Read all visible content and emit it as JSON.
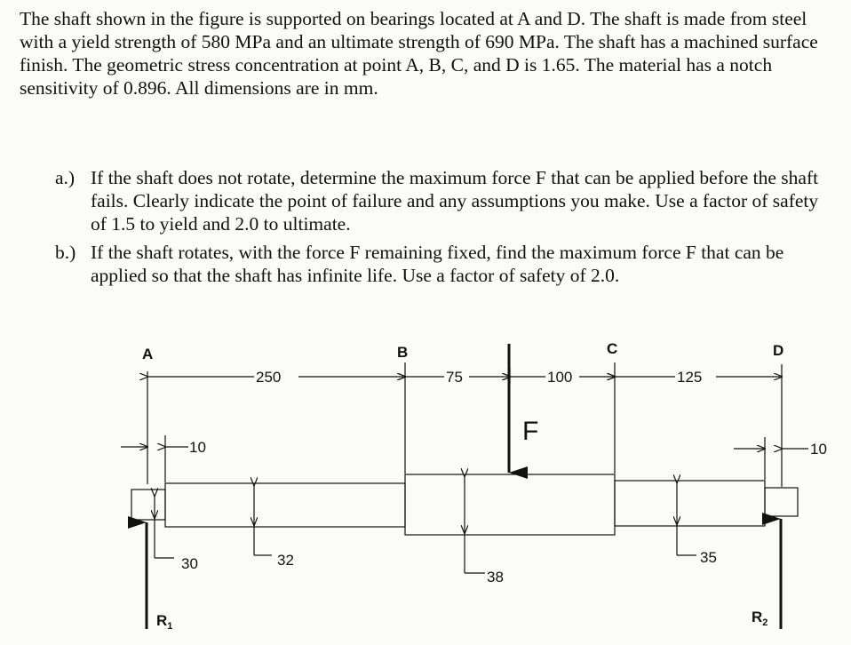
{
  "problem": {
    "intro": "The shaft shown in the figure is supported on bearings located at A and D. The shaft is made from steel with a yield strength of 580 MPa and an ultimate strength of 690 MPa. The shaft has a machined surface finish. The geometric stress concentration at point A, B, C, and D is 1.65. The material has a notch sensitivity of 0.896. All dimensions are in mm.",
    "parts": [
      {
        "label": "a.)",
        "text": "If the shaft does not rotate, determine the maximum force F that can be applied before the shaft fails. Clearly indicate the point of failure and any assumptions you make. Use a factor of safety of 1.5 to yield and 2.0 to ultimate."
      },
      {
        "label": "b.)",
        "text": "If the shaft rotates, with the force F remaining fixed, find the maximum force F that can be applied so that the shaft has infinite life. Use a factor of safety of 2.0."
      }
    ]
  },
  "figure": {
    "points": {
      "a": "A",
      "b": "B",
      "c": "C",
      "d": "D"
    },
    "lengths": {
      "ab": "250",
      "bf": "75",
      "fc": "100",
      "cd": "125"
    },
    "small_left": "10",
    "small_right": "10",
    "force": "F",
    "diameters": {
      "d1": "30",
      "d2": "32",
      "d3": "38",
      "d4": "35"
    },
    "reactions": {
      "r1": "R",
      "r1_sub": "1",
      "r2": "R",
      "r2_sub": "2"
    }
  }
}
